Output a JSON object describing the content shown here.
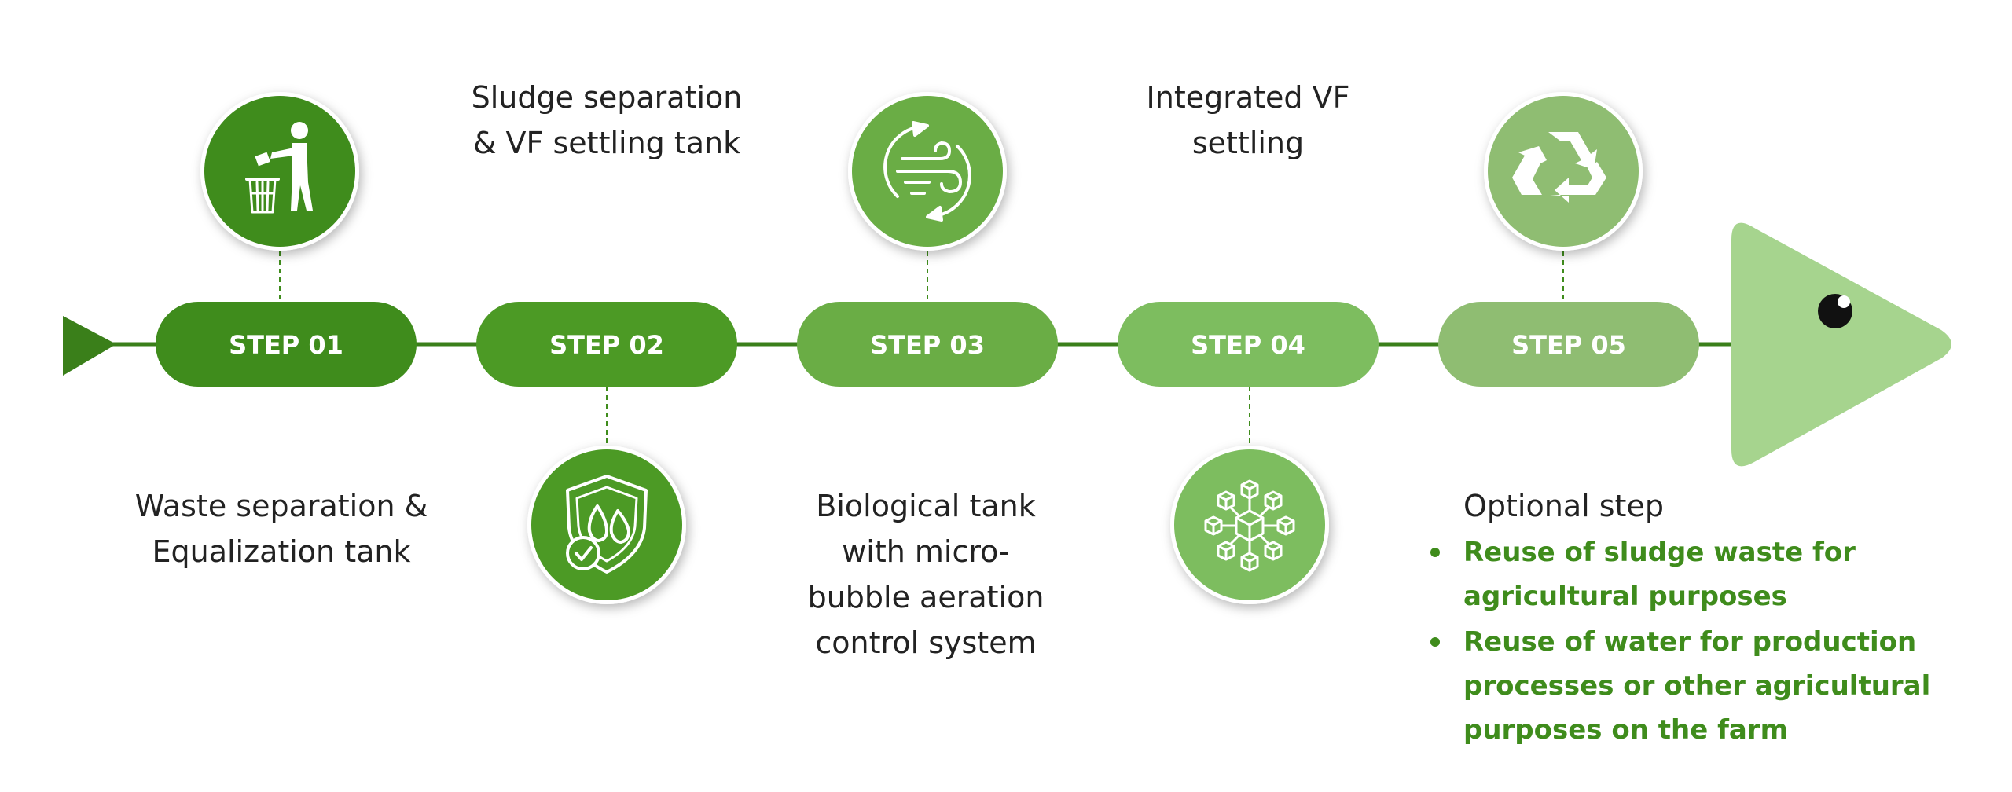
{
  "steps": [
    {
      "label": "STEP 01",
      "color": "#3f8c1c",
      "icon": "trash-disposal-icon",
      "description": [
        "Waste separation &",
        "Equalization tank"
      ]
    },
    {
      "label": "STEP 02",
      "color": "#4c9a25",
      "icon": "water-shield-check-icon",
      "description": [
        "Sludge separation",
        "& VF settling tank"
      ]
    },
    {
      "label": "STEP 03",
      "color": "#6aad45",
      "icon": "air-flow-cycle-icon",
      "description": [
        "Biological tank",
        "with micro-",
        "bubble aeration",
        "control system"
      ]
    },
    {
      "label": "STEP 04",
      "color": "#7dbd5f",
      "icon": "cube-network-icon",
      "description": [
        "Integrated VF",
        "settling"
      ]
    },
    {
      "label": "STEP 05",
      "color": "#8fbd72",
      "icon": "recycle-icon",
      "description": []
    }
  ],
  "optional": {
    "title": "Optional step",
    "items": [
      {
        "lines": [
          "Reuse of sludge waste for",
          "agricultural purposes"
        ]
      },
      {
        "lines": [
          "Reuse of water for production",
          "processes or other agricultural",
          "purposes on the farm"
        ]
      }
    ]
  },
  "colors": {
    "timeline": "#3a7f1a",
    "arrow_head": "#a6d48e",
    "connector": "#3f8c1c",
    "bullet_text": "#3f8c1c"
  }
}
